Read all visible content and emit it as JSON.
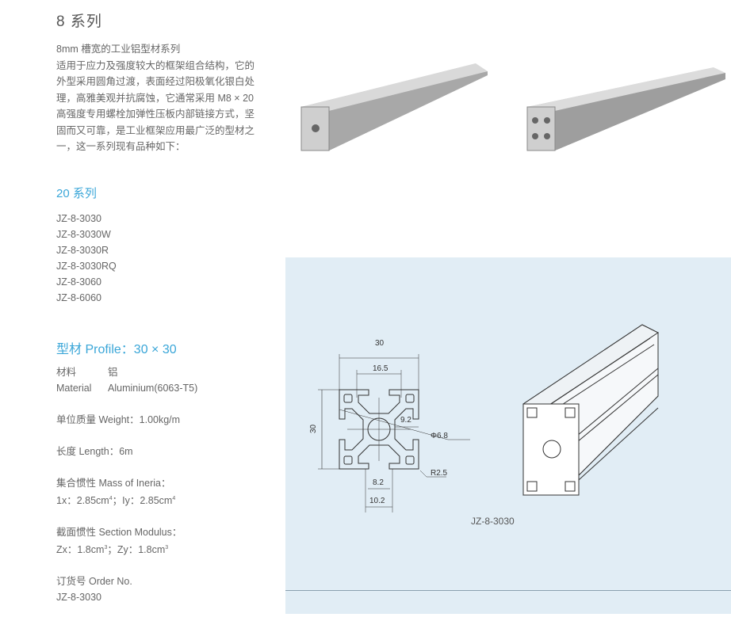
{
  "header": {
    "title": "8 系列"
  },
  "intro": {
    "subtitle": "8mm 槽宽的工业铝型材系列",
    "body": "适用于应力及强度较大的框架组合结构，它的外型采用圆角过渡，表面经过阳极氧化银白处理，高雅美观并抗腐蚀，它通常采用 M8 × 20 高强度专用螺栓加弹性压板内部链接方式，坚固而又可靠，是工业框架应用最广泛的型材之一，这一系列现有品种如下："
  },
  "series": {
    "title": "20 系列",
    "models": [
      "JZ-8-3030",
      "JZ-8-3030W",
      "JZ-8-3030R",
      "JZ-8-3030RQ",
      "JZ-8-3060",
      "JZ-8-6060"
    ]
  },
  "profile": {
    "title": "型材 Profile：30 × 30",
    "material_cn": "材料",
    "material_cn_value": "铝",
    "material_en": "Material",
    "material_en_value": "Aluminium(6063-T5)",
    "weight": "单位质量 Weight：1.00kg/m",
    "length": "长度 Length：6m",
    "inertia_label": "集合惯性 Mass of Ineria：",
    "ix": "1x：2.85cm",
    "ix_sup": "4",
    "iy": "；Iy：2.85cm",
    "iy_sup": "4",
    "modulus_label": "截面惯性 Section Modulus：",
    "zx": "Zx：1.8cm",
    "zx_sup": "3",
    "zy": "；Zy：1.8cm",
    "zy_sup": "3",
    "order_label": "订货号 Order No.",
    "order_value": "JZ-8-3030"
  },
  "drawing": {
    "dims": {
      "width": "30",
      "inner": "16.5",
      "height": "30",
      "offset": "9.2",
      "diameter": "Φ6.8",
      "radius": "R2.5",
      "slot": "8.2",
      "slot_outer": "10.2"
    },
    "caption": "JZ-8-3030"
  },
  "colors": {
    "accent": "#3aa6d8",
    "panel": "#e1edf5"
  }
}
